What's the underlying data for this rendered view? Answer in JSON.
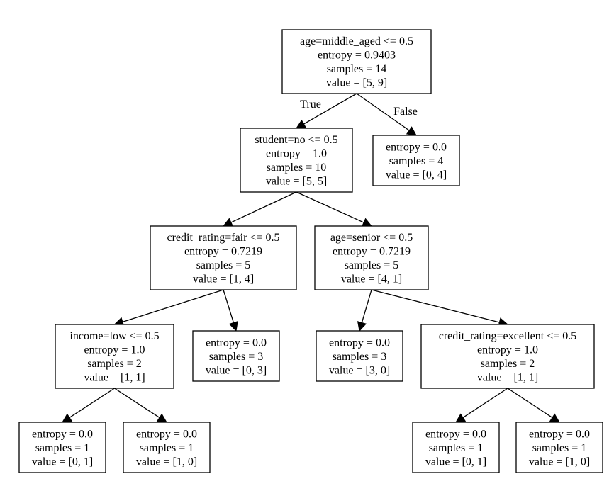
{
  "tree": {
    "nodes": [
      {
        "id": "n0",
        "lines": [
          "age=middle_aged <= 0.5",
          "entropy = 0.9403",
          "samples = 14",
          "value = [5, 9]"
        ]
      },
      {
        "id": "n1",
        "lines": [
          "student=no <= 0.5",
          "entropy = 1.0",
          "samples = 10",
          "value = [5, 5]"
        ]
      },
      {
        "id": "n2",
        "lines": [
          "entropy = 0.0",
          "samples = 4",
          "value = [0, 4]"
        ]
      },
      {
        "id": "n3",
        "lines": [
          "credit_rating=fair <= 0.5",
          "entropy = 0.7219",
          "samples = 5",
          "value = [1, 4]"
        ]
      },
      {
        "id": "n4",
        "lines": [
          "age=senior <= 0.5",
          "entropy = 0.7219",
          "samples = 5",
          "value = [4, 1]"
        ]
      },
      {
        "id": "n5",
        "lines": [
          "income=low <= 0.5",
          "entropy = 1.0",
          "samples = 2",
          "value = [1, 1]"
        ]
      },
      {
        "id": "n6",
        "lines": [
          "entropy = 0.0",
          "samples = 3",
          "value = [0, 3]"
        ]
      },
      {
        "id": "n7",
        "lines": [
          "entropy = 0.0",
          "samples = 3",
          "value = [3, 0]"
        ]
      },
      {
        "id": "n8",
        "lines": [
          "credit_rating=excellent <= 0.5",
          "entropy = 1.0",
          "samples = 2",
          "value = [1, 1]"
        ]
      },
      {
        "id": "n9",
        "lines": [
          "entropy = 0.0",
          "samples = 1",
          "value = [0, 1]"
        ]
      },
      {
        "id": "n10",
        "lines": [
          "entropy = 0.0",
          "samples = 1",
          "value = [1, 0]"
        ]
      },
      {
        "id": "n11",
        "lines": [
          "entropy = 0.0",
          "samples = 1",
          "value = [0, 1]"
        ]
      },
      {
        "id": "n12",
        "lines": [
          "entropy = 0.0",
          "samples = 1",
          "value = [1, 0]"
        ]
      }
    ],
    "edges": [
      {
        "from": "n0",
        "to": "n1",
        "label": "True"
      },
      {
        "from": "n0",
        "to": "n2",
        "label": "False"
      },
      {
        "from": "n1",
        "to": "n3",
        "label": ""
      },
      {
        "from": "n1",
        "to": "n4",
        "label": ""
      },
      {
        "from": "n3",
        "to": "n5",
        "label": ""
      },
      {
        "from": "n3",
        "to": "n6",
        "label": ""
      },
      {
        "from": "n4",
        "to": "n7",
        "label": ""
      },
      {
        "from": "n4",
        "to": "n8",
        "label": ""
      },
      {
        "from": "n5",
        "to": "n9",
        "label": ""
      },
      {
        "from": "n5",
        "to": "n10",
        "label": ""
      },
      {
        "from": "n8",
        "to": "n11",
        "label": ""
      },
      {
        "from": "n8",
        "to": "n12",
        "label": ""
      }
    ]
  }
}
